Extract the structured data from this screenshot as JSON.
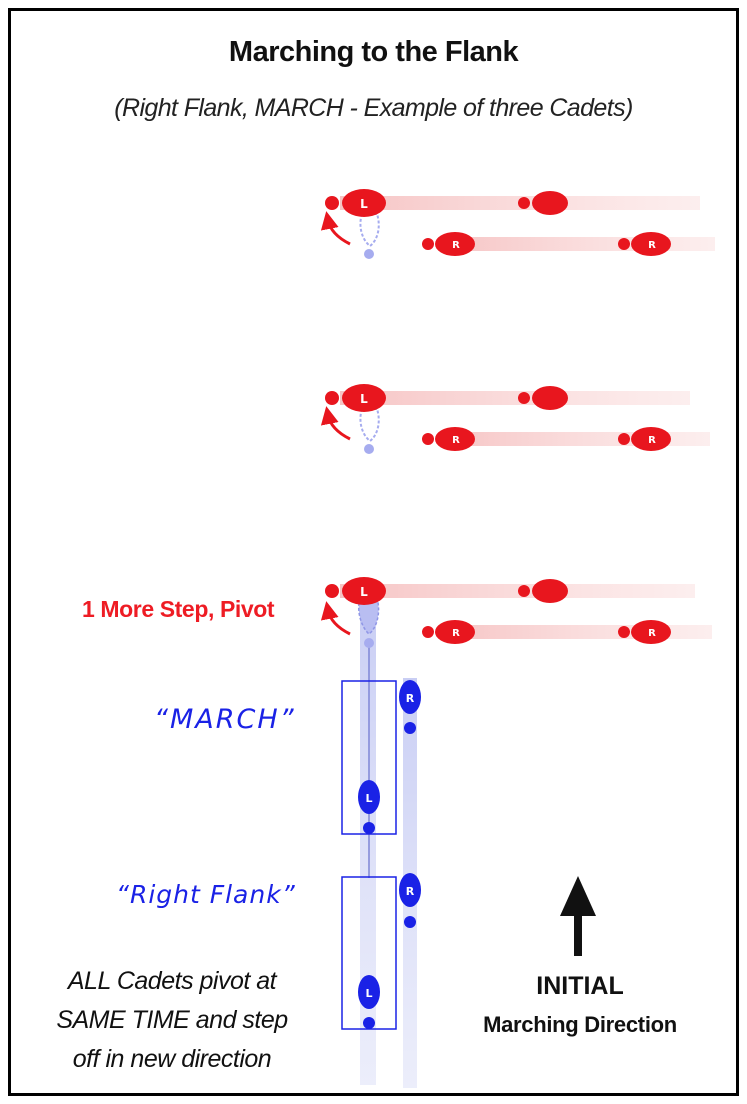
{
  "diagram": {
    "title": "Marching to the Flank",
    "subtitle": "(Right Flank, MARCH - Example of three Cadets)",
    "pivot_label": "1 More Step, Pivot",
    "command_march": "“MARCH”",
    "command_flank": "“Right Flank”",
    "note_lines": [
      "ALL Cadets pivot at",
      "SAME TIME and step",
      "off in new direction"
    ],
    "direction_title": "INITIAL",
    "direction_subtitle": "Marching Direction",
    "foot_left_letter": "L",
    "foot_right_letter": "R",
    "colors": {
      "red": "#e8161e",
      "blue": "#1a22e6",
      "trail_pink": "#f7c9c9",
      "trail_blue": "#cfd3f5",
      "ghost_blue": "#a6acef",
      "black": "#111111"
    }
  }
}
